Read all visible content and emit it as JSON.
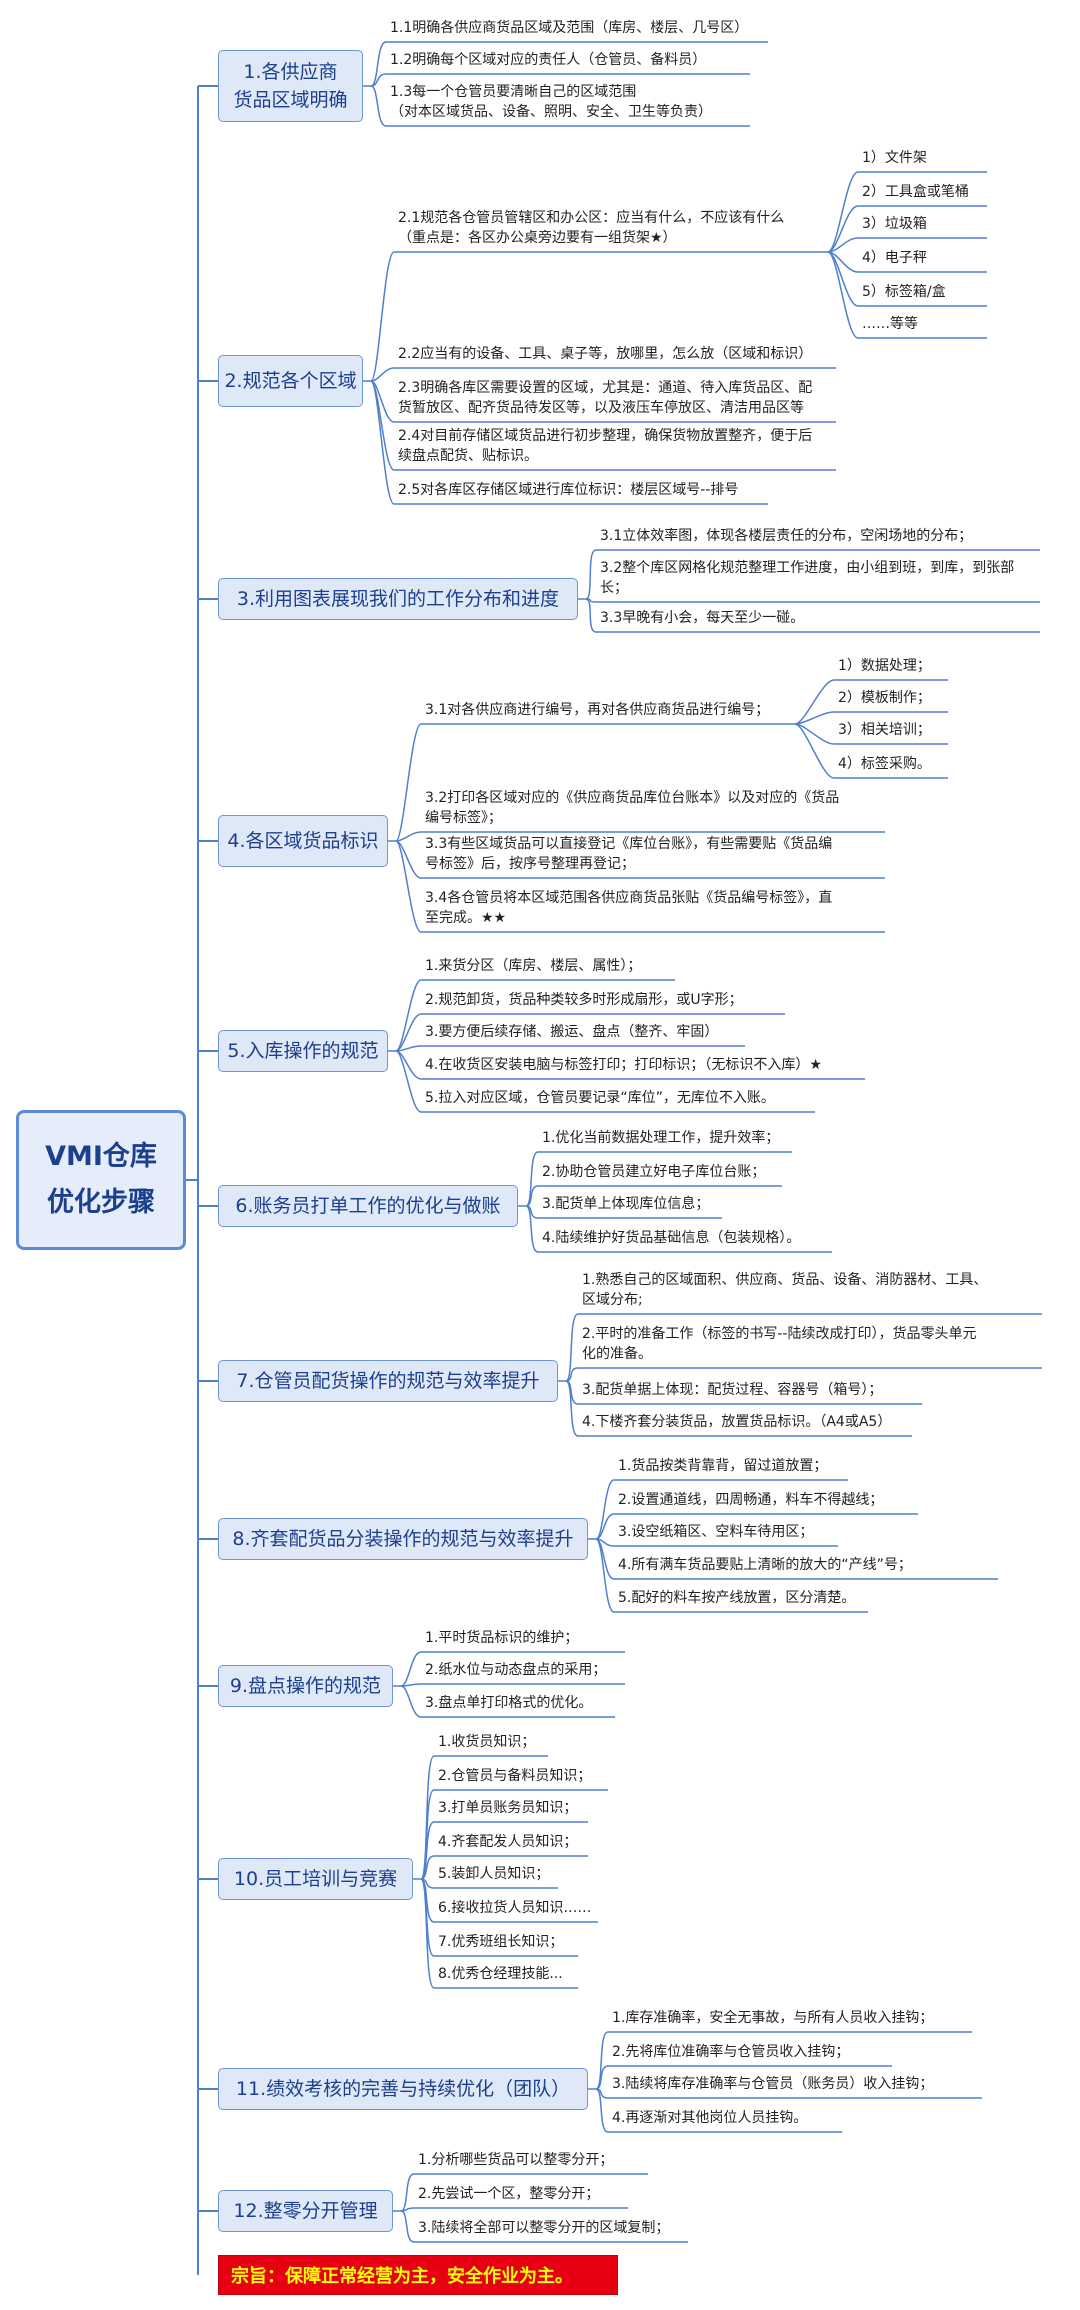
{
  "root": {
    "line1": "VMI仓库",
    "line2": "优化步骤"
  },
  "motto": "宗旨：保障正常经营为主，安全作业为主。",
  "sections": [
    {
      "label": [
        "1.各供应商",
        "货品区域明确"
      ],
      "items": [
        {
          "text": [
            "1.1明确各供应商货品区域及范围（库房、楼层、几号区）"
          ]
        },
        {
          "text": [
            "1.2明确每个区域对应的责任人（仓管员、备料员）"
          ]
        },
        {
          "text": [
            "1.3每一个仓管员要清晰自己的区域范围",
            "（对本区域货品、设备、照明、安全、卫生等负责）"
          ]
        }
      ]
    },
    {
      "label": [
        "2.规范各个区域"
      ],
      "items": [
        {
          "text": [
            "2.1规范各仓管员管辖区和办公区：应当有什么，不应该有什么",
            "（重点是：各区办公桌旁边要有一组货架★）"
          ],
          "children": [
            "1）文件架",
            "2）工具盒或笔桶",
            "3）垃圾箱",
            "4）电子秤",
            "5）标签箱/盒",
            "……等等"
          ]
        },
        {
          "text": [
            "2.2应当有的设备、工具、桌子等，放哪里，怎么放（区域和标识）"
          ]
        },
        {
          "text": [
            "2.3明确各库区需要设置的区域，尤其是：通道、待入库货品区、配",
            "货暂放区、配齐货品待发区等，以及液压车停放区、清洁用品区等"
          ]
        },
        {
          "text": [
            "2.4对目前存储区域货品进行初步整理，确保货物放置整齐，便于后",
            "续盘点配货、贴标识。"
          ]
        },
        {
          "text": [
            "2.5对各库区存储区域进行库位标识：楼层区域号--排号"
          ]
        }
      ]
    },
    {
      "label": [
        "3.利用图表展现我们的工作分布和进度"
      ],
      "items": [
        {
          "text": [
            "3.1立体效率图，体现各楼层责任的分布，空闲场地的分布；"
          ]
        },
        {
          "text": [
            "3.2整个库区网格化规范整理工作进度，由小组到班，到库，到张部",
            "长；"
          ]
        },
        {
          "text": [
            "3.3早晚有小会，每天至少一碰。"
          ]
        }
      ]
    },
    {
      "label": [
        "4.各区域货品标识"
      ],
      "items": [
        {
          "text": [
            "3.1对各供应商进行编号，再对各供应商货品进行编号；"
          ],
          "children": [
            "1）数据处理；",
            "2）模板制作；",
            "3）相关培训；",
            "4）标签采购。"
          ]
        },
        {
          "text": [
            "3.2打印各区域对应的《供应商货品库位台账本》以及对应的《货品",
            "编号标签》；"
          ]
        },
        {
          "text": [
            "3.3有些区域货品可以直接登记《库位台账》，有些需要贴《货品编",
            "号标签》后，按序号整理再登记；"
          ]
        },
        {
          "text": [
            "3.4各仓管员将本区域范围各供应商货品张贴《货品编号标签》，直",
            "至完成。★★"
          ]
        }
      ]
    },
    {
      "label": [
        "5.入库操作的规范"
      ],
      "items": [
        {
          "text": [
            "1.来货分区（库房、楼层、属性）；"
          ]
        },
        {
          "text": [
            "2.规范卸货，货品种类较多时形成扇形，或U字形；"
          ]
        },
        {
          "text": [
            "3.要方便后续存储、搬运、盘点（整齐、牢固）"
          ]
        },
        {
          "text": [
            "4.在收货区安装电脑与标签打印；打印标识；（无标识不入库）★"
          ]
        },
        {
          "text": [
            "5.拉入对应区域，仓管员要记录“库位”，无库位不入账。"
          ]
        }
      ]
    },
    {
      "label": [
        "6.账务员打单工作的优化与做账"
      ],
      "items": [
        {
          "text": [
            "1.优化当前数据处理工作，提升效率；"
          ]
        },
        {
          "text": [
            "2.协助仓管员建立好电子库位台账；"
          ]
        },
        {
          "text": [
            "3.配货单上体现库位信息；"
          ]
        },
        {
          "text": [
            "4.陆续维护好货品基础信息（包装规格）。"
          ]
        }
      ]
    },
    {
      "label": [
        "7.仓管员配货操作的规范与效率提升"
      ],
      "items": [
        {
          "text": [
            "1.熟悉自己的区域面积、供应商、货品、设备、消防器材、工具、",
            "区域分布;"
          ]
        },
        {
          "text": [
            "2.平时的准备工作（标签的书写--陆续改成打印），货品零头单元",
            "化的准备。"
          ]
        },
        {
          "text": [
            "3.配货单据上体现：配货过程、容器号（箱号）；"
          ]
        },
        {
          "text": [
            "4.下楼齐套分装货品，放置货品标识。（A4或A5）"
          ]
        }
      ]
    },
    {
      "label": [
        "8.齐套配货品分装操作的规范与效率提升"
      ],
      "items": [
        {
          "text": [
            "1.货品按类背靠背，留过道放置；"
          ]
        },
        {
          "text": [
            "2.设置通道线，四周畅通，料车不得越线；"
          ]
        },
        {
          "text": [
            "3.设空纸箱区、空料车待用区；"
          ]
        },
        {
          "text": [
            "4.所有满车货品要贴上清晰的放大的“产线”号；"
          ]
        },
        {
          "text": [
            "5.配好的料车按产线放置，区分清楚。"
          ]
        }
      ]
    },
    {
      "label": [
        "9.盘点操作的规范"
      ],
      "items": [
        {
          "text": [
            "1.平时货品标识的维护；"
          ]
        },
        {
          "text": [
            "2.纸水位与动态盘点的采用；"
          ]
        },
        {
          "text": [
            "3.盘点单打印格式的优化。"
          ]
        }
      ]
    },
    {
      "label": [
        "10.员工培训与竞赛"
      ],
      "items": [
        {
          "text": [
            "1.收货员知识；"
          ]
        },
        {
          "text": [
            "2.仓管员与备料员知识；"
          ]
        },
        {
          "text": [
            "3.打单员账务员知识；"
          ]
        },
        {
          "text": [
            "4.齐套配发人员知识；"
          ]
        },
        {
          "text": [
            "5.装卸人员知识；"
          ]
        },
        {
          "text": [
            "6.接收拉货人员知识……"
          ]
        },
        {
          "text": [
            "7.优秀班组长知识；"
          ]
        },
        {
          "text": [
            "8.优秀仓经理技能..."
          ]
        }
      ]
    },
    {
      "label": [
        "11.绩效考核的完善与持续优化（团队）"
      ],
      "items": [
        {
          "text": [
            "1.库存准确率，安全无事故，与所有人员收入挂钩；"
          ]
        },
        {
          "text": [
            "2.先将库位准确率与仓管员收入挂钩；"
          ]
        },
        {
          "text": [
            "3.陆续将库存准确率与仓管员（账务员）收入挂钩；"
          ]
        },
        {
          "text": [
            "4.再逐渐对其他岗位人员挂钩。"
          ]
        }
      ]
    },
    {
      "label": [
        "12.整零分开管理"
      ],
      "items": [
        {
          "text": [
            "1.分析哪些货品可以整零分开；"
          ]
        },
        {
          "text": [
            "2.先尝试一个区，整零分开；"
          ]
        },
        {
          "text": [
            "3.陆续将全部可以整零分开的区域复制；"
          ]
        }
      ]
    }
  ]
}
